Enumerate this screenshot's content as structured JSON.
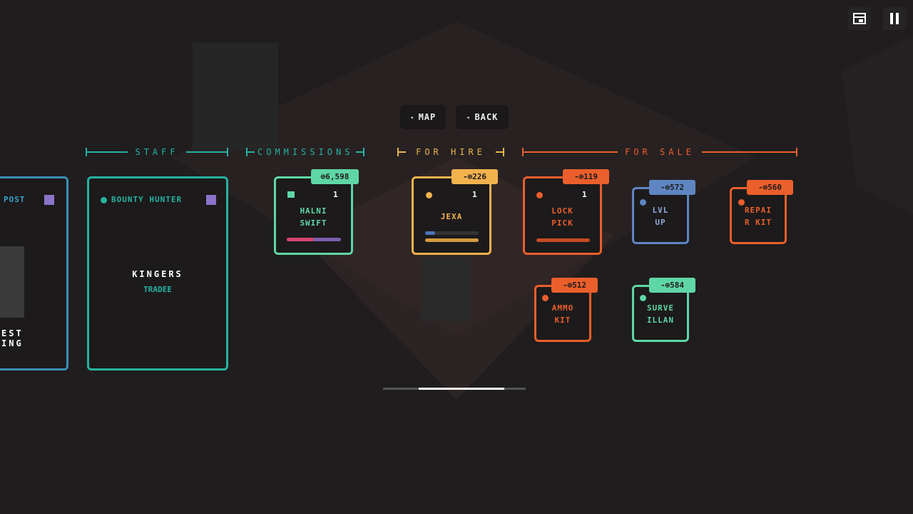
{
  "controls": {
    "layout_icon": "window-layout-icon",
    "pause_icon": "pause-icon"
  },
  "nav": {
    "map": "MAP",
    "back": "BACK",
    "arrow": "◂"
  },
  "sections": {
    "staff": "STAFF",
    "commissions": "COMMISSIONS",
    "for_hire": "FOR HIRE",
    "for_sale": "FOR SALE"
  },
  "colors": {
    "staff": "#25b3a0",
    "for_hire": "#e8b84a",
    "for_sale": "#ea5f2b",
    "blue": "#5f86c2",
    "mint": "#5fd6a6"
  },
  "staff_cards": [
    {
      "title": "POST",
      "line1": "EST",
      "line2": "ING"
    },
    {
      "title": "BOUNTY HUNTER",
      "name": "KINGERS",
      "subtitle": "TRADEE"
    }
  ],
  "commissions": [
    {
      "price": "⊕6,598",
      "count": "1",
      "name1": "HALNI",
      "name2": "SWIFT",
      "progress": 0.5
    }
  ],
  "for_hire": [
    {
      "price": "-⊕226",
      "count": "1",
      "name": "JEXA",
      "xp": 0.18,
      "health": 1.0
    }
  ],
  "for_sale": [
    {
      "price": "-⊕119",
      "count": "1",
      "name1": "LOCK",
      "name2": "PICK"
    },
    {
      "price": "-⊕572",
      "name1": "LVL",
      "name2": "UP"
    },
    {
      "price": "-⊕560",
      "name1": "REPAI",
      "name2": "R KIT"
    },
    {
      "price": "-⊕512",
      "name1": "AMMO",
      "name2": "KIT"
    },
    {
      "price": "-⊕584",
      "name1": "SURVE",
      "name2": "ILLAN"
    }
  ],
  "scroll": {
    "position": 0.25,
    "visible_fraction": 0.6
  }
}
